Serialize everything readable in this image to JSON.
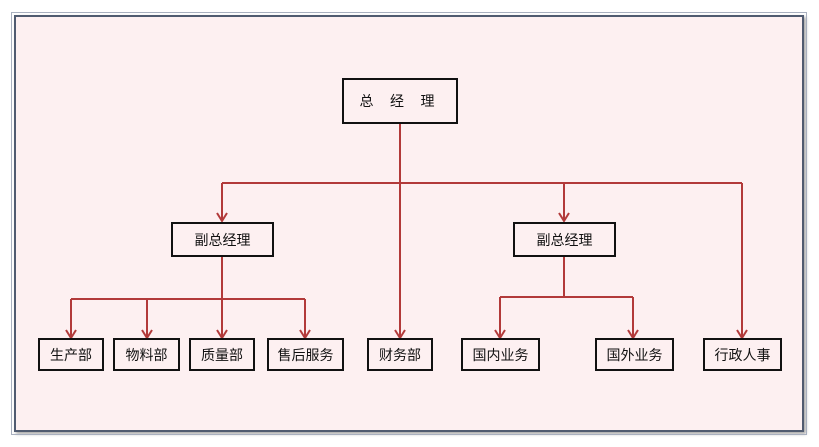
{
  "org_chart": {
    "root": "总 经 理",
    "vp_left": "副总经理",
    "vp_right": "副总经理",
    "departments": {
      "production": "生产部",
      "materials": "物料部",
      "quality": "质量部",
      "after_sales": "售后服务",
      "finance": "财务部",
      "domestic": "国内业务",
      "overseas": "国外业务",
      "admin_hr": "行政人事"
    }
  },
  "colors": {
    "connector": "#b23a3a",
    "background": "#fdf0f1",
    "frame_border": "#505b70"
  }
}
